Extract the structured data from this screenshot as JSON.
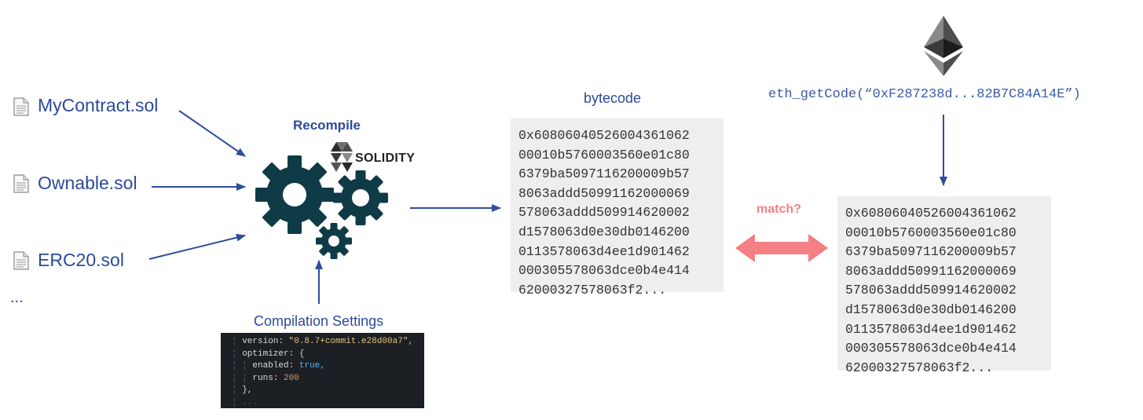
{
  "files": [
    {
      "name": "MyContract.sol"
    },
    {
      "name": "Ownable.sol"
    },
    {
      "name": "ERC20.sol"
    }
  ],
  "files_more": "...",
  "recompile_label": "Recompile",
  "solidity_label": "SOLIDITY",
  "compilation_settings_label": "Compilation Settings",
  "compilation_settings": {
    "version_key": "version:",
    "version_value": "\"0.8.7+commit.e28d00a7\",",
    "optimizer_key": "optimizer:",
    "optimizer_open": "{",
    "enabled_key": "enabled:",
    "enabled_value": "true,",
    "runs_key": "runs:",
    "runs_value": "200",
    "close": "},",
    "ellipsis": "..."
  },
  "bytecode_label": "bytecode",
  "bytecode_lines": [
    "0x60806040526004361062",
    "00010b5760003560e01c80",
    "6379ba5097116200009b57",
    "8063addd50991162000069",
    "578063addd509914620002",
    "d1578063d0e30db0146200",
    "0113578063d4ee1d901462",
    "000305578063dce0b4e414",
    "62000327578063f2..."
  ],
  "eth_getcode_label": "eth_getCode(“0xF287238d...82B7C84A14E”)",
  "onchain_bytecode_lines": [
    "0x60806040526004361062",
    "00010b5760003560e01c80",
    "6379ba5097116200009b57",
    "8063addd50991162000069",
    "578063addd509914620002",
    "d1578063d0e30db0146200",
    "0113578063d4ee1d901462",
    "000305578063dce0b4e414",
    "62000327578063f2..."
  ],
  "match_label": "match?",
  "colors": {
    "blue": "#2b4a9a",
    "arrow_blue": "#2f4d9e",
    "gear": "#0f3b46",
    "match_pink": "#f47f84",
    "code_bg": "#eeeeee"
  }
}
